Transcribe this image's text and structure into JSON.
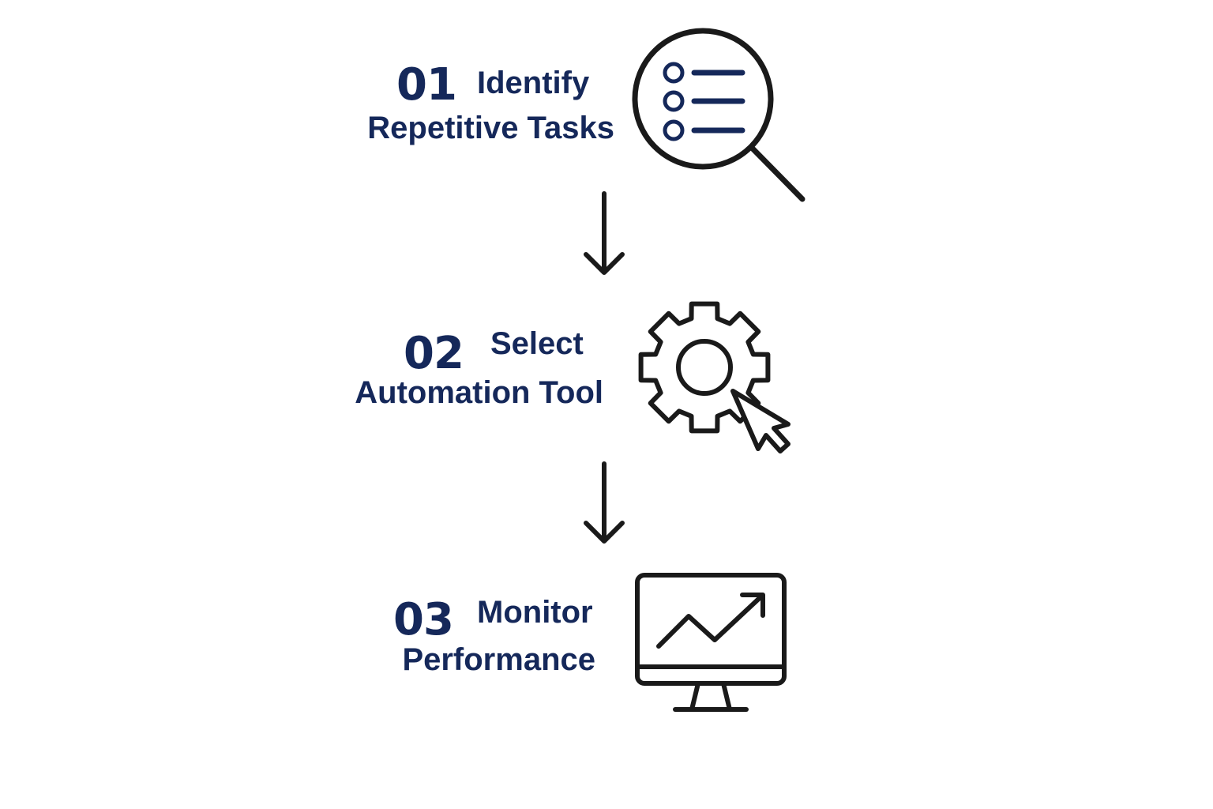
{
  "colors": {
    "text": "#15285a",
    "icon_stroke": "#1a1a1a",
    "icon_accent": "#15285a",
    "background": "#ffffff"
  },
  "steps": [
    {
      "number": "01",
      "line1": "Identify",
      "line2": "Repetitive Tasks",
      "icon": "magnifier-checklist-icon"
    },
    {
      "number": "02",
      "line1": "Select",
      "line2": "Automation Tool",
      "icon": "gear-cursor-icon"
    },
    {
      "number": "03",
      "line1": "Monitor",
      "line2": "Performance",
      "icon": "monitor-chart-icon"
    }
  ],
  "connectors": [
    {
      "icon": "arrow-down-icon"
    },
    {
      "icon": "arrow-down-icon"
    }
  ]
}
